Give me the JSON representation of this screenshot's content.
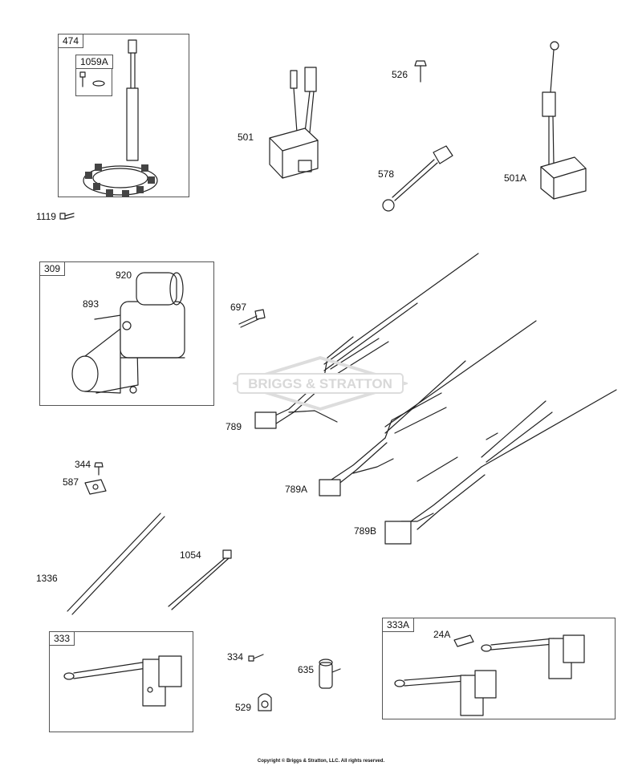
{
  "parts": {
    "p474": "474",
    "p1059A": "1059A",
    "p1119": "1119",
    "p501": "501",
    "p526": "526",
    "p578": "578",
    "p501A": "501A",
    "p309": "309",
    "p920": "920",
    "p893": "893",
    "p697": "697",
    "p789": "789",
    "p789A": "789A",
    "p789B": "789B",
    "p344": "344",
    "p587": "587",
    "p1054": "1054",
    "p1336": "1336",
    "p333": "333",
    "p334": "334",
    "p635": "635",
    "p529": "529",
    "p333A": "333A",
    "p24A": "24A"
  },
  "watermark": "BRIGGS & STRATTON",
  "copyright": "Copyright © Briggs & Stratton, LLC. All rights reserved.",
  "colors": {
    "line": "#222222",
    "frame": "#555555",
    "watermark": "#dddddd"
  }
}
